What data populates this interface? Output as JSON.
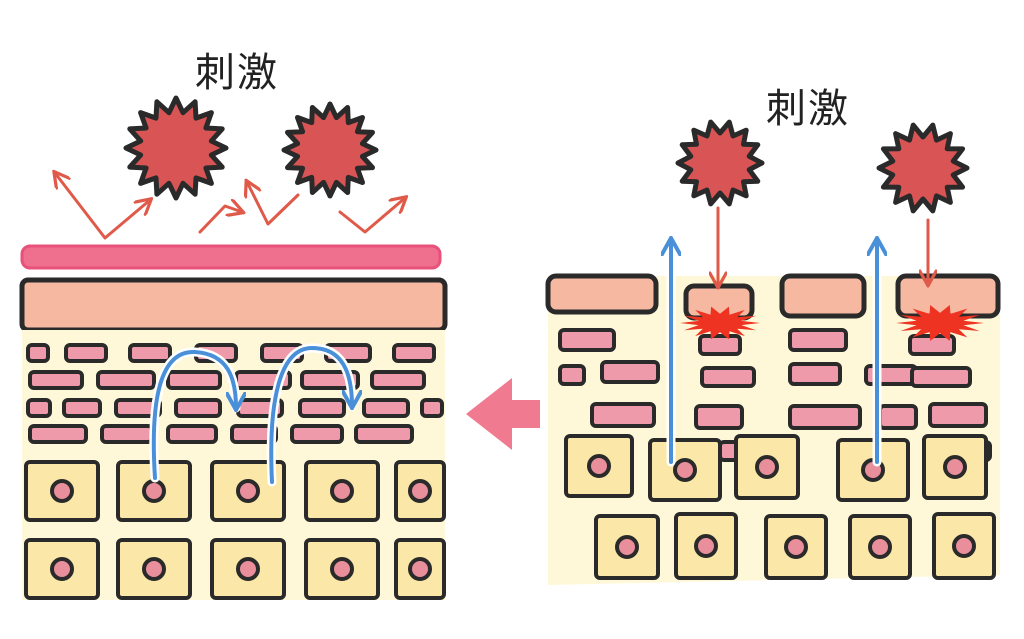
{
  "labels": {
    "left_stimulus": "刺激",
    "right_stimulus": "刺激"
  },
  "colors": {
    "irritant_fill": "#d95555",
    "outline": "#2a2a2a",
    "arrow_red": "#e05a4a",
    "arrow_blue": "#4a90d9",
    "barrier_strip": "#ee6f8e",
    "horny_layer": "#f6b8a0",
    "granular_cell": "#ef9aaa",
    "basal_cell": "#fbe8a8",
    "nucleus": "#e98f9c",
    "dermis_bg": "#fff8d8",
    "transition_arrow": "#f07b90",
    "inflammation": "#ee3322"
  },
  "panels": [
    {
      "id": "healthy",
      "irritants": 2,
      "barrier": "intact",
      "icons": [
        "irritant-icon",
        "reflect-arrow-icon",
        "moisture-retention-arrow-icon"
      ]
    },
    {
      "id": "damaged",
      "irritants": 2,
      "barrier": "broken",
      "icons": [
        "irritant-icon",
        "penetration-arrow-icon",
        "moisture-loss-arrow-icon",
        "inflammation-icon"
      ]
    }
  ],
  "transition_icon": "arrow-left-icon"
}
